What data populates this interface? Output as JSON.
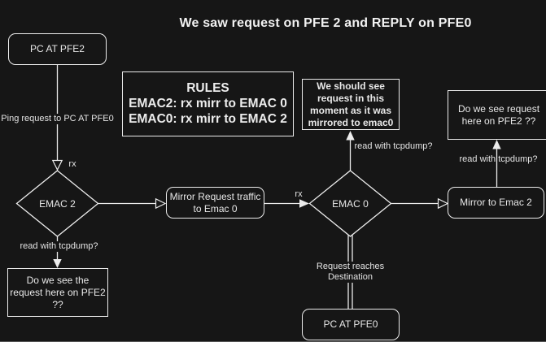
{
  "title": "We saw request on PFE 2 and REPLY on PFE0",
  "colors": {
    "background": "#161616",
    "stroke": "#ececec",
    "text": "#e8e8e8"
  },
  "nodes": {
    "pc_at_pfe2": {
      "label": "PC AT PFE2"
    },
    "rules_box": {
      "heading": "RULES",
      "rule1": "EMAC2: rx mirr to EMAC 0",
      "rule2": "EMAC0: rx mirr to EMAC 2"
    },
    "should_see_request": {
      "label": "We should see\nrequest in this\nmoment as it was\nmirrored to emac0"
    },
    "do_we_see_request_top": {
      "label": "Do we see request\nhere on PFE2 ??"
    },
    "emac2": {
      "label": "EMAC 2"
    },
    "mirror_request_traffic": {
      "label": "Mirror Request traffic\nto Emac 0"
    },
    "emac0": {
      "label": "EMAC 0"
    },
    "mirror_to_emac2": {
      "label": "Mirror to Emac 2"
    },
    "do_we_see_request_bottom": {
      "label": "Do we see the\nrequest here on PFE2\n??"
    },
    "pc_at_pfe0": {
      "label": "PC AT PFE0"
    }
  },
  "edge_labels": {
    "ping_request": "Ping request to PC AT PFE0",
    "rx_into_emac2": "rx",
    "rx_into_emac0": "rx",
    "tcpdump_below_emac2": "read with tcpdump?",
    "tcpdump_above_emac0": "read with tcpdump?",
    "tcpdump_above_mirror": "read with tcpdump?",
    "request_reaches_destination": "Request reaches Destination"
  }
}
